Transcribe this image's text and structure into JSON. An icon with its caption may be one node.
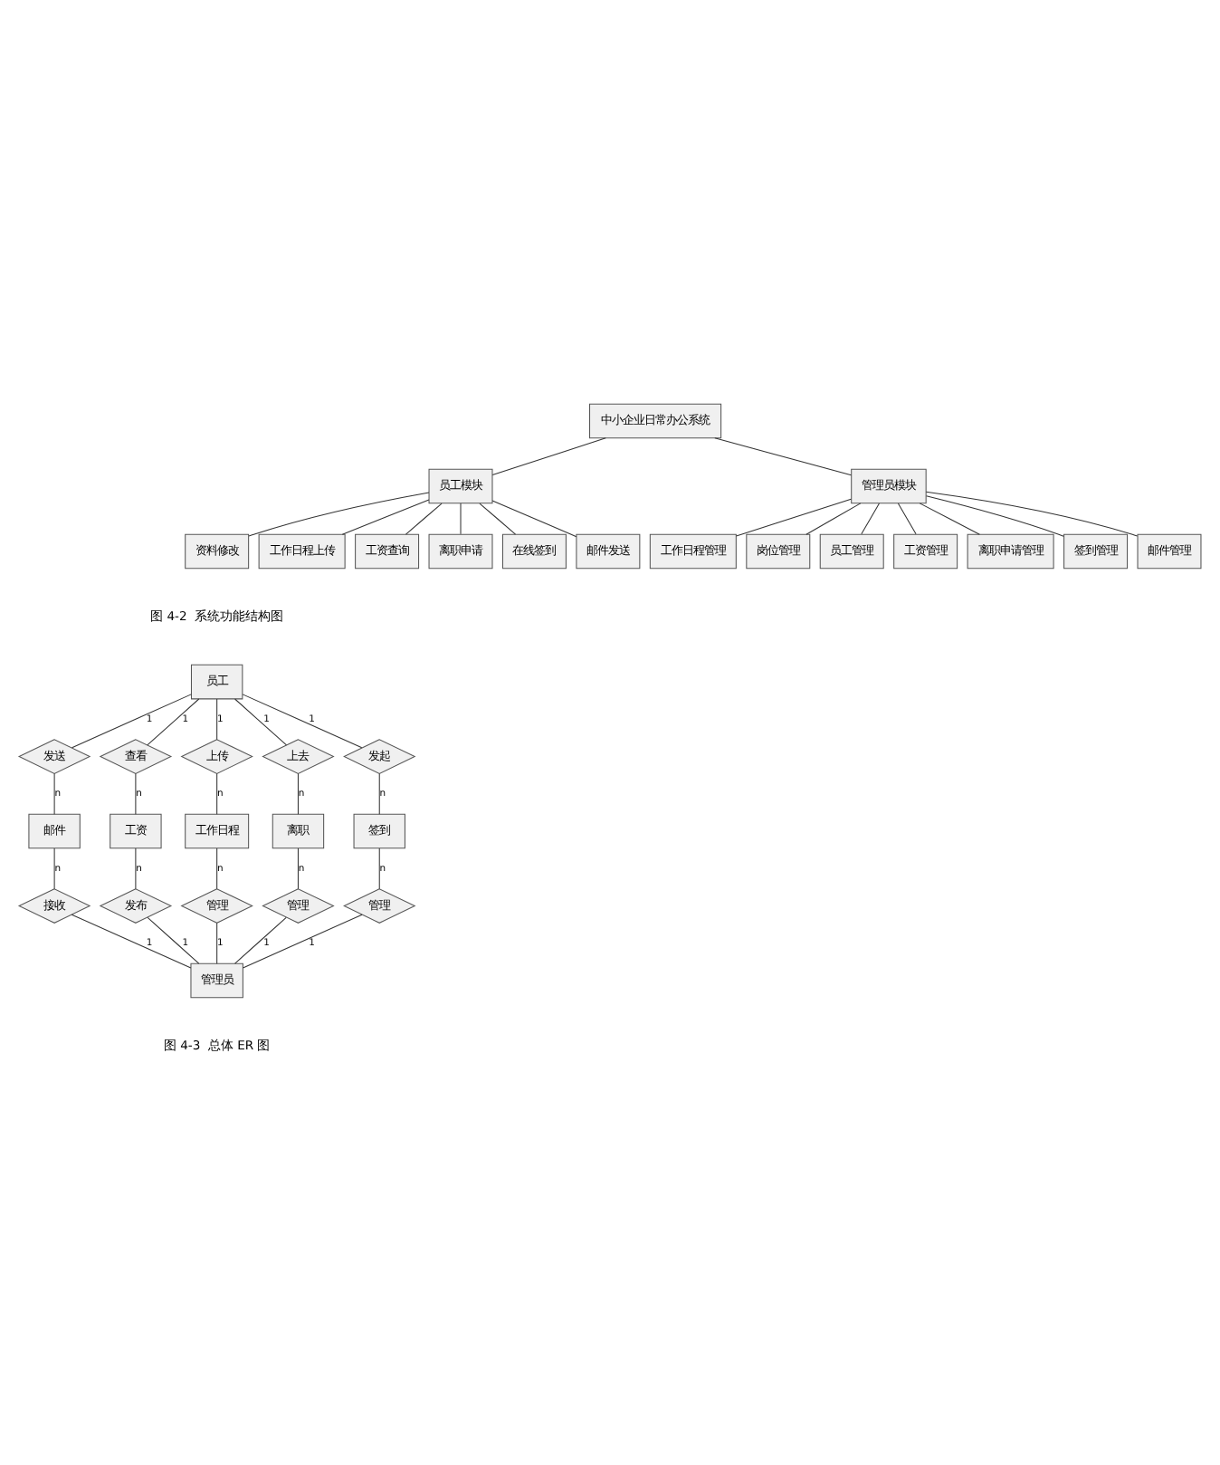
{
  "diagram": {
    "nodes": [
      {
        "text": [
          "中小企业日常办公系统"
        ]
      },
      {
        "text": [
          "员工模块"
        ]
      },
      {
        "text": [
          "管理员模块"
        ]
      },
      {
        "text": [
          "资料修改"
        ]
      },
      {
        "text": [
          "工作日程上传"
        ]
      },
      {
        "text": [
          "工资查询"
        ]
      },
      {
        "text": [
          "离职申请"
        ]
      },
      {
        "text": [
          "在线签到"
        ]
      },
      {
        "text": [
          "邮件发送"
        ]
      },
      {
        "text": [
          "工作日程管理"
        ]
      },
      {
        "text": [
          "岗位管理"
        ]
      },
      {
        "text": [
          "员工管理"
        ]
      },
      {
        "text": [
          "工资管理"
        ]
      },
      {
        "text": [
          "离职申请管理"
        ]
      },
      {
        "text": [
          "签到管理"
        ]
      },
      {
        "text": [
          "邮件管理"
        ]
      },
      {
        "text": [
          "员工"
        ]
      },
      {
        "text": [
          "发送"
        ]
      },
      {
        "text": [
          "查看"
        ]
      },
      {
        "text": [
          "上传"
        ]
      },
      {
        "text": [
          "上去"
        ]
      },
      {
        "text": [
          "发起"
        ]
      },
      {
        "text": [
          "邮件"
        ]
      },
      {
        "text": [
          "工资"
        ]
      },
      {
        "text": [
          "工作日程"
        ]
      },
      {
        "text": [
          "离职"
        ]
      },
      {
        "text": [
          "签到"
        ]
      },
      {
        "text": [
          "接收"
        ]
      },
      {
        "text": [
          "发布"
        ]
      },
      {
        "text": [
          "管理"
        ]
      },
      {
        "text": [
          "管理"
        ]
      },
      {
        "text": [
          "管理"
        ]
      },
      {
        "text": [
          "管理员"
        ]
      }
    ],
    "edges": [
      {
        "from": 0,
        "to": 1,
        "arrow": "none"
      },
      {
        "from": 0,
        "to": 2,
        "arrow": "none"
      },
      {
        "from": 1,
        "to": 3,
        "arrow": "none"
      },
      {
        "from": 1,
        "to": 4,
        "arrow": "none"
      },
      {
        "from": 1,
        "to": 5,
        "arrow": "none"
      },
      {
        "from": 1,
        "to": 6,
        "arrow": "none"
      },
      {
        "from": 1,
        "to": 7,
        "arrow": "none"
      },
      {
        "from": 1,
        "to": 8,
        "arrow": "none"
      },
      {
        "from": 2,
        "to": 9,
        "arrow": "none"
      },
      {
        "from": 2,
        "to": 10,
        "arrow": "none"
      },
      {
        "from": 2,
        "to": 11,
        "arrow": "none"
      },
      {
        "from": 2,
        "to": 12,
        "arrow": "none"
      },
      {
        "from": 2,
        "to": 13,
        "arrow": "none"
      },
      {
        "from": 2,
        "to": 14,
        "arrow": "none"
      },
      {
        "from": 2,
        "to": 15,
        "arrow": "none"
      },
      {
        "from": 16,
        "to": 17,
        "arrow": "none",
        "label": "1"
      },
      {
        "from": 16,
        "to": 18,
        "arrow": "none",
        "label": "1"
      },
      {
        "from": 16,
        "to": 19,
        "arrow": "none",
        "label": "1"
      },
      {
        "from": 16,
        "to": 20,
        "arrow": "none",
        "label": "1"
      },
      {
        "from": 16,
        "to": 21,
        "arrow": "none",
        "label": "1"
      },
      {
        "from": 17,
        "to": 22,
        "arrow": "none",
        "label": "n"
      },
      {
        "from": 18,
        "to": 23,
        "arrow": "none",
        "label": "n"
      },
      {
        "from": 19,
        "to": 24,
        "arrow": "none",
        "label": "n"
      },
      {
        "from": 20,
        "to": 25,
        "arrow": "none",
        "label": "n"
      },
      {
        "from": 21,
        "to": 26,
        "arrow": "none",
        "label": "n"
      },
      {
        "from": 22,
        "to": 27,
        "arrow": "none",
        "label": "n"
      },
      {
        "from": 23,
        "to": 28,
        "arrow": "none",
        "label": "n"
      },
      {
        "from": 24,
        "to": 29,
        "arrow": "none",
        "label": "n"
      },
      {
        "from": 25,
        "to": 30,
        "arrow": "none",
        "label": "n"
      },
      {
        "from": 26,
        "to": 31,
        "arrow": "none",
        "label": "n"
      },
      {
        "from": 27,
        "to": 32,
        "arrow": "none",
        "label": "1"
      },
      {
        "from": 28,
        "to": 32,
        "arrow": "none",
        "label": "1"
      },
      {
        "from": 29,
        "to": 32,
        "arrow": "none",
        "label": "1"
      },
      {
        "from": 30,
        "to": 32,
        "arrow": "none",
        "label": "1"
      },
      {
        "from": 31,
        "to": 32,
        "arrow": "none",
        "label": "1"
      }
    ],
    "labels": [
      "图 4-2  系统功能结构图",
      "图 4-3  总体 ER 图"
    ]
  }
}
